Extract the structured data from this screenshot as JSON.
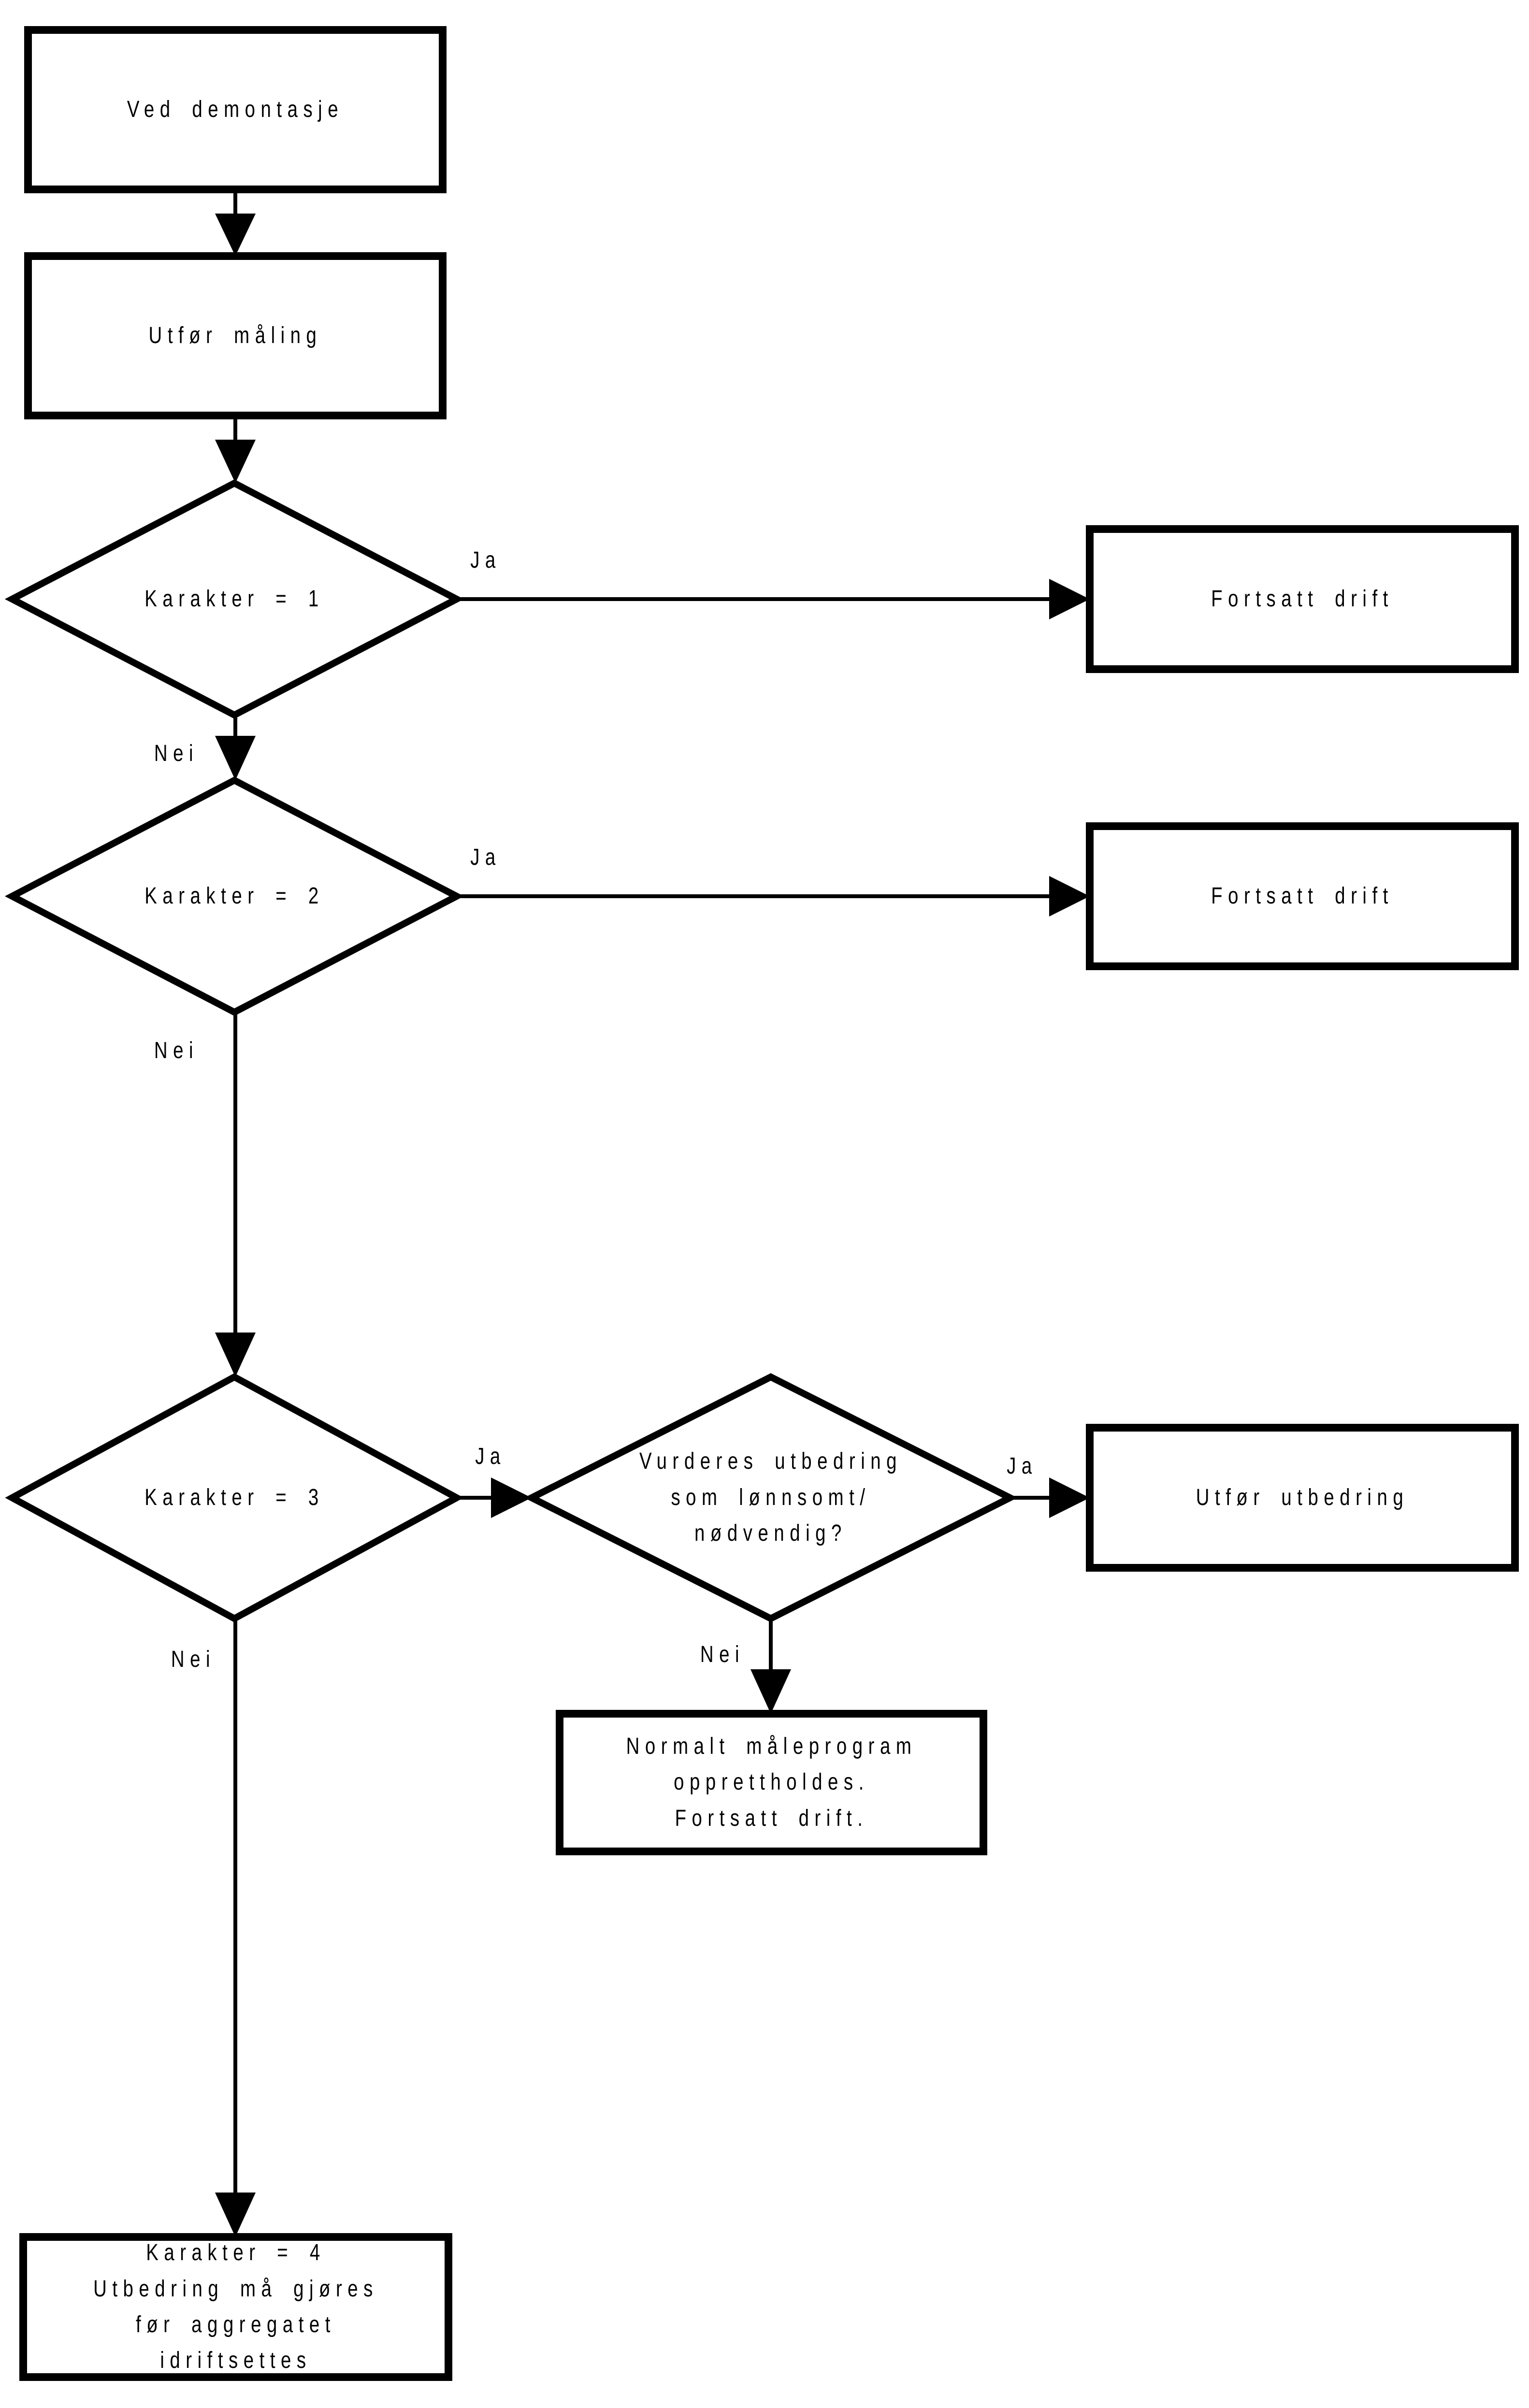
{
  "diagram": {
    "title_hint": "Flowchart for vurdering ved demontasje",
    "colors": {
      "stroke": "#000000",
      "background": "#ffffff"
    },
    "boxes": {
      "ved_demontasje": "Ved demontasje",
      "utfor_maling": "Utfør måling",
      "fortsatt_drift_1": "Fortsatt drift",
      "fortsatt_drift_2": "Fortsatt drift",
      "utfor_utbedring": "Utfør utbedring",
      "normalt_maleprogram": "Normalt måleprogram\nopprettholdes.\nFortsatt drift.",
      "karakter_4": "Karakter = 4\nUtbedring må gjøres\nfør aggregatet idriftsettes"
    },
    "decisions": {
      "karakter_1": "Karakter = 1",
      "karakter_2": "Karakter = 2",
      "karakter_3": "Karakter = 3",
      "vurderes_utbedring": "Vurderes utbedring\nsom lønnsomt/\nnødvendig?"
    },
    "edge_labels": {
      "ja_1": "Ja",
      "nei_1": "Nei",
      "ja_2": "Ja",
      "nei_2": "Nei",
      "ja_3": "Ja",
      "nei_3": "Nei",
      "ja_4": "Ja",
      "nei_4": "Nei"
    }
  }
}
